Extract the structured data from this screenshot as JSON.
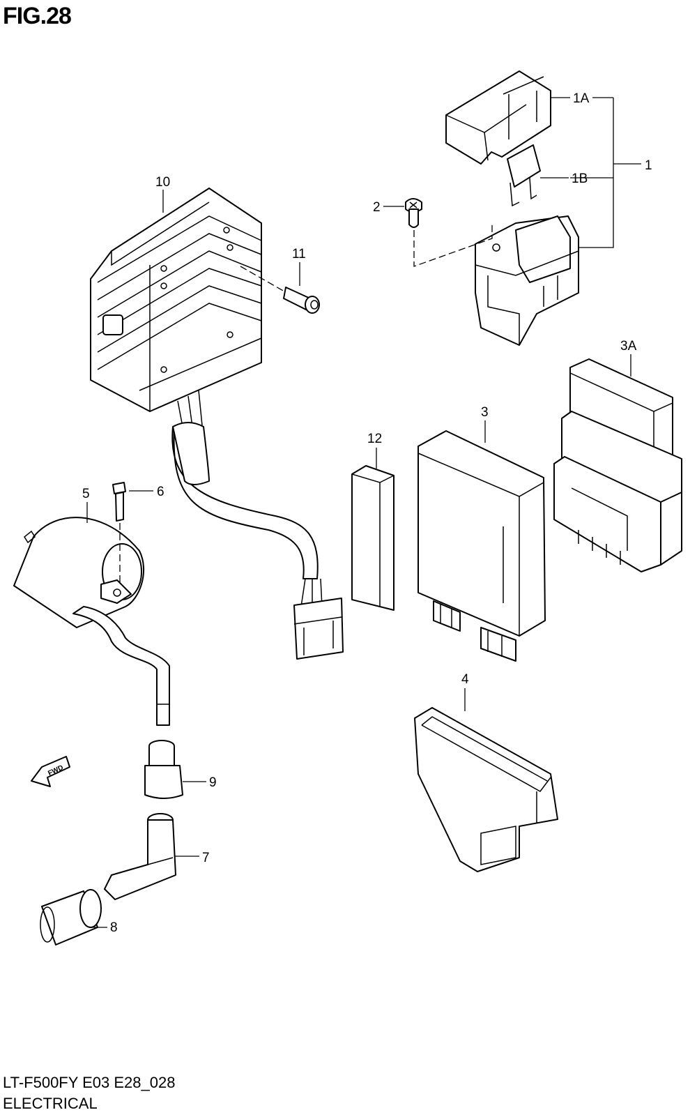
{
  "figure": {
    "title": "FIG.28",
    "model_code": "LT-F500FY E03 E28_028",
    "section": "ELECTRICAL",
    "fwd_label": "FWD"
  },
  "callouts": {
    "c1": "1",
    "c1A": "1A",
    "c1B": "1B",
    "c2": "2",
    "c3": "3",
    "c3A": "3A",
    "c4": "4",
    "c5": "5",
    "c6": "6",
    "c7": "7",
    "c8": "8",
    "c9": "9",
    "c10": "10",
    "c11": "11",
    "c12": "12"
  }
}
